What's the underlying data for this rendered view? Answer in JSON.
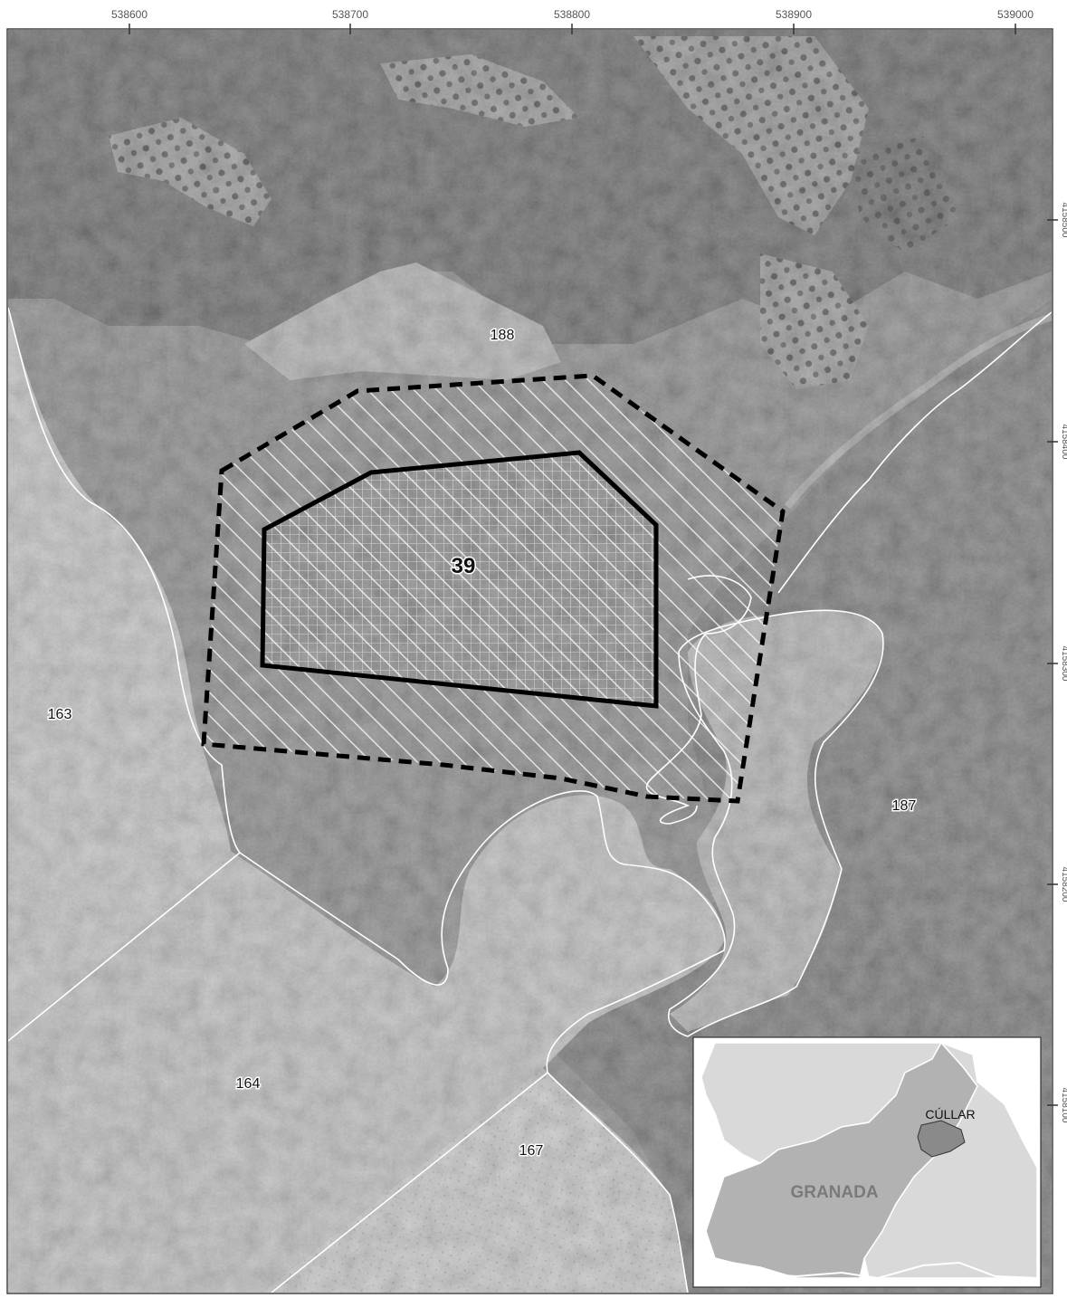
{
  "map": {
    "easting_ticks": [
      "538600",
      "538700",
      "538800",
      "538900",
      "539000"
    ],
    "northing_ticks": [
      "4158500",
      "4158400",
      "4158300",
      "4158200",
      "4158100"
    ],
    "site": {
      "label": "39"
    },
    "parcels": [
      {
        "id": "parcel-188",
        "label": "188"
      },
      {
        "id": "parcel-163",
        "label": "163"
      },
      {
        "id": "parcel-187",
        "label": "187"
      },
      {
        "id": "parcel-164",
        "label": "164"
      },
      {
        "id": "parcel-167",
        "label": "167"
      }
    ]
  },
  "inset": {
    "region_label": "GRANADA",
    "town_label": "CÚLLAR"
  },
  "colors": {
    "frame": "#333333",
    "parcel_boundary": "#ffffff",
    "site_outline": "#000000",
    "inset_province": "#b2b2b2",
    "inset_neighbour": "#d9d9d9",
    "inset_town": "#8a8a8a"
  }
}
